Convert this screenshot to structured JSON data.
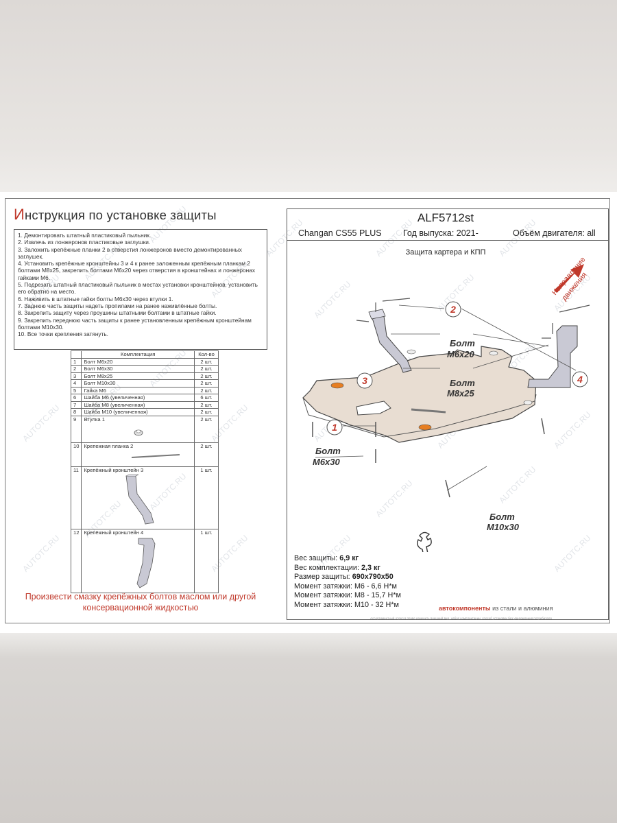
{
  "title": {
    "first_letter": "И",
    "rest": "нструкция по установке защиты"
  },
  "steps": [
    "1. Демонтировать штатный пластиковый пыльник.",
    "2. Извлечь из лонжеронов пластиковые заглушки.",
    "3. Заложить крепёжные планки 2 в отверстия лонжеронов вместо демонтированных заглушек.",
    "4. Установить крепёжные кронштейны 3 и 4 к ранее заложенным крепёжным планкам 2 болтами М8х25, закрепить болтами М6х20 через отверстия в кронштейнах и лонжеронах гайками М6.",
    "5. Подрезать штатный пластиковый пыльник в местах установки кронштейнов, установить его обратно на место.",
    "6. Наживить в штатные гайки болты М6х30 через втулки 1.",
    "7. Заднюю часть защиты надеть пропилами на ранее наживлённые болты.",
    "8. Закрепить защиту через проушины штатными болтами в штатные гайки.",
    "9. Закрепить переднюю часть защиты к ранее установленным крепёжным кронштейнам болтами М10х30.",
    "10. Все точки крепления затянуть."
  ],
  "kit": {
    "header_name": "Комплектация",
    "header_qty": "Кол-во",
    "rows": [
      {
        "n": "1",
        "name": "Болт М6х20",
        "qty": "2 шт."
      },
      {
        "n": "2",
        "name": "Болт М6х30",
        "qty": "2 шт."
      },
      {
        "n": "3",
        "name": "Болт М8х25",
        "qty": "2 шт."
      },
      {
        "n": "4",
        "name": "Болт М10х30",
        "qty": "2 шт."
      },
      {
        "n": "5",
        "name": "Гайка М6",
        "qty": "2 шт."
      },
      {
        "n": "6",
        "name": "Шайба М6 (увеличенная)",
        "qty": "6 шт."
      },
      {
        "n": "7",
        "name": "Шайба М8 (увеличенная)",
        "qty": "2 шт."
      },
      {
        "n": "8",
        "name": "Шайба М10 (увеличенная)",
        "qty": "2 шт."
      },
      {
        "n": "9",
        "name": "Втулка 1",
        "qty": "2 шт."
      },
      {
        "n": "10",
        "name": "Крепежная планка 2",
        "qty": "2 шт."
      },
      {
        "n": "11",
        "name": "Крепёжный кронштейн 3",
        "qty": "1 шт."
      },
      {
        "n": "12",
        "name": "Крепёжный кронштейн 4",
        "qty": "1 шт."
      }
    ]
  },
  "warning": "Произвести смазку крепёжных болтов маслом или другой консервационной жидкостью",
  "header": {
    "code": "ALF5712st",
    "car": "Changan CS55 PLUS",
    "year": "Год выпуска: 2021-",
    "engine": "Объём двигателя: all",
    "subtitle": "Защита картера и КПП"
  },
  "diagram": {
    "direction_line1": "Направление",
    "direction_line2": "движения",
    "callouts": [
      "1",
      "2",
      "3",
      "4"
    ],
    "labels": [
      {
        "word": "Болт",
        "size": "М6х20"
      },
      {
        "word": "Болт",
        "size": "М8х25"
      },
      {
        "word": "Болт",
        "size": "М6х30"
      },
      {
        "word": "Болт",
        "size": "М10х30"
      }
    ]
  },
  "specs": {
    "weight_label": "Вес защиты:",
    "weight_value": "6,9 кг",
    "kit_weight_label": "Вес комплектации:",
    "kit_weight_value": "2,3 кг",
    "size_label": "Размер защиты:",
    "size_value": "690х790х50",
    "torque1": "Момент затяжки:  М6 - 6,6 Н*м",
    "torque2": "Момент затяжки:  М8 - 15,7 Н*м",
    "torque3": "Момент затяжки:  М10 - 32 Н*м"
  },
  "brand": {
    "red": "автокомпоненты",
    "rest": "из стали и алюминия"
  },
  "fine_print": "Ассортиментный отдел в праве изменить внешний вид, набор комплектации, способ установки без уведомления потребителя",
  "watermark": "AUTOTC.RU",
  "colors": {
    "accent_red": "#c0392b",
    "plate": "#e8ddd2",
    "bracket": "#c9c9d4"
  }
}
